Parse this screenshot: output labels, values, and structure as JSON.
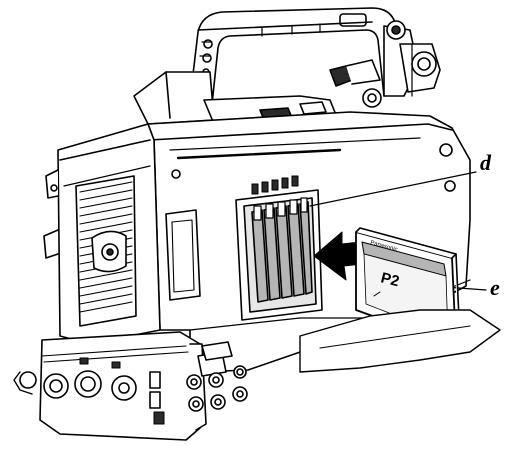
{
  "callouts": {
    "d": "d",
    "e": "e"
  },
  "card": {
    "brand": "Panasonic",
    "logo": "P2"
  },
  "icons": {
    "arrow": "insert-direction-arrow-icon"
  },
  "colors": {
    "line": "#000000",
    "body": "#ffffff",
    "shade": "#b5b5b5",
    "dark": "#2a2a2a",
    "arrow": "#000000"
  }
}
